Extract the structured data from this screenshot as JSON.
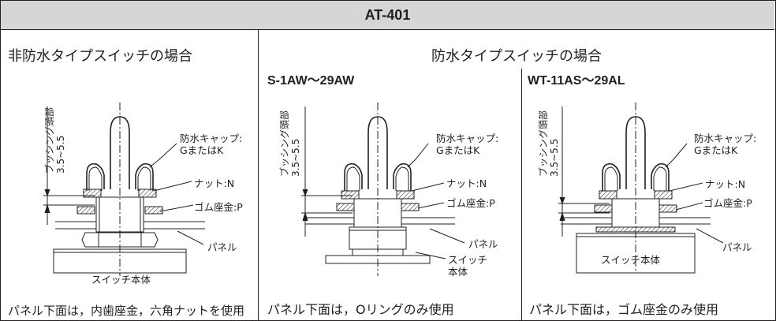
{
  "header": {
    "title": "AT-401"
  },
  "sections": {
    "left": {
      "title": "非防水タイプスイッチの場合",
      "bushing_label_1": "ブッシング頭部",
      "bushing_label_2": "3.5~5.5",
      "labels": {
        "cap_1": "防水キャップ:",
        "cap_2": "GまたはK",
        "nut": "ナット:N",
        "washer": "ゴム座金:P",
        "panel": "パネル",
        "body": "スイッチ本体"
      },
      "caption": "パネル下面は，内歯座金，六角ナットを使用"
    },
    "right_group": {
      "title": "防水タイプスイッチの場合"
    },
    "middle": {
      "model": "S-1AW～29AW",
      "bushing_label_1": "ブッシング頭部",
      "bushing_label_2": "3.5~5.5",
      "labels": {
        "cap_1": "防水キャップ:",
        "cap_2": "GまたはK",
        "nut": "ナット:N",
        "washer": "ゴム座金:P",
        "panel": "パネル",
        "body_1": "スイッチ",
        "body_2": "本体"
      },
      "caption": "パネル下面は，Oリングのみ使用"
    },
    "right": {
      "model": "WT-11AS～29AL",
      "bushing_label_1": "ブッシング頭部",
      "bushing_label_2": "3.5~5.5",
      "labels": {
        "cap_1": "防水キャップ:",
        "cap_2": "GまたはK",
        "nut": "ナット:N",
        "washer": "ゴム座金:P",
        "panel": "パネル",
        "body": "スイッチ本体"
      },
      "caption": "パネル下面は，ゴム座金のみ使用"
    }
  },
  "colors": {
    "header_bg": "#d6d6d6",
    "line": "#231f20"
  }
}
